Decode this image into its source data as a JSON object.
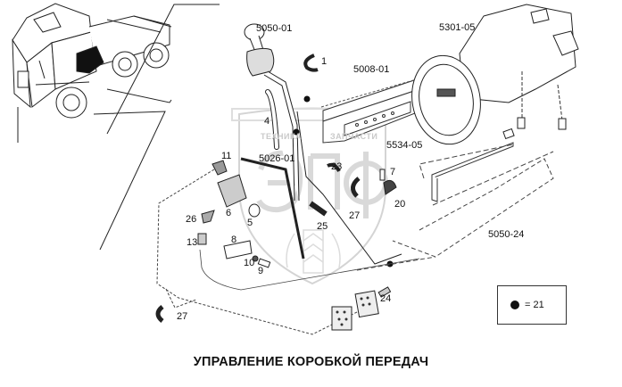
{
  "diagram": {
    "title": "УПРАВЛЕНИЕ КОРОБКОЙ ПЕРЕДАЧ",
    "group_labels": [
      {
        "id": "5050-01",
        "text": "5050-01",
        "describes": "gear-shift-lever"
      },
      {
        "id": "5301-05",
        "text": "5301-05",
        "describes": "gearbox"
      },
      {
        "id": "5008-01",
        "text": "5008-01",
        "describes": "frame-rail"
      },
      {
        "id": "5534-05",
        "text": "5534-05",
        "describes": "mounting-bracket"
      },
      {
        "id": "5026-01",
        "text": "5026-01",
        "describes": "clutch-pedal"
      },
      {
        "id": "5050-24",
        "text": "5050-24",
        "describes": "cross-member"
      }
    ],
    "part_numbers": [
      {
        "n": "1",
        "part": "hose-clamp"
      },
      {
        "n": "4",
        "part": "pipe"
      },
      {
        "n": "11",
        "part": "fitting"
      },
      {
        "n": "23",
        "part": "angle-connector"
      },
      {
        "n": "7",
        "part": "bolt"
      },
      {
        "n": "6",
        "part": "master-cylinder"
      },
      {
        "n": "5",
        "part": "seal-ring"
      },
      {
        "n": "26",
        "part": "elbow-fitting"
      },
      {
        "n": "27",
        "part": "corrugated-hose-clip"
      },
      {
        "n": "20",
        "part": "clip"
      },
      {
        "n": "13",
        "part": "hose-connector"
      },
      {
        "n": "8",
        "part": "plate"
      },
      {
        "n": "25",
        "part": "coupling-sleeve"
      },
      {
        "n": "10",
        "part": "washer"
      },
      {
        "n": "9",
        "part": "screw"
      },
      {
        "n": "24",
        "part": "sensor"
      },
      {
        "n": "27",
        "part": "corrugated-hose-clip"
      }
    ],
    "legend": {
      "symbol": "filled-dot",
      "equals": "=",
      "value": "21"
    },
    "watermark": {
      "logo": "ЭПФ",
      "text_left": "ТЕХНИКА",
      "text_right": "ЗАПЧАСТИ"
    }
  }
}
